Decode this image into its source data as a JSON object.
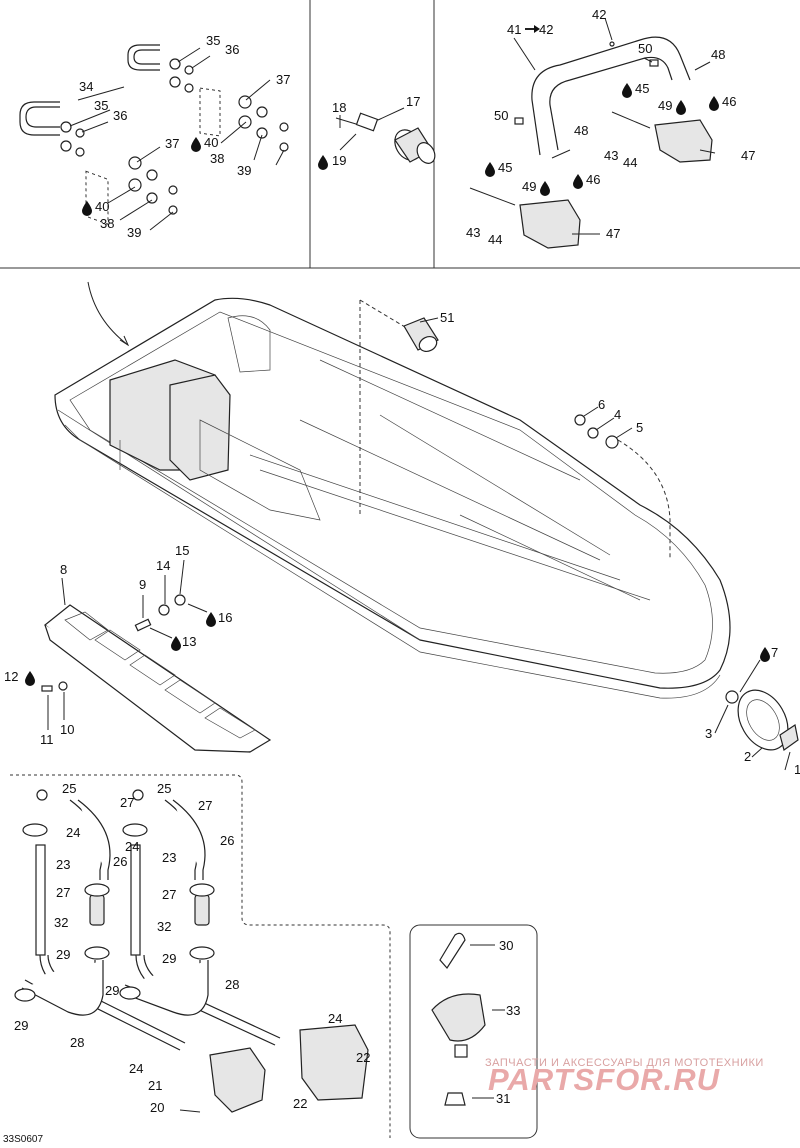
{
  "drawing_code": "33S0607",
  "watermark": {
    "tagline": "ЗАПЧАСТИ И АКСЕССУАРЫ ДЛЯ МОТОТЕХНИКИ",
    "logo": "PARTSFOR.RU"
  },
  "callouts": {
    "p1": "1",
    "p2": "2",
    "p3": "3",
    "p4": "4",
    "p5": "5",
    "p6": "6",
    "p7": "7",
    "p8": "8",
    "p9": "9",
    "p10": "10",
    "p11": "11",
    "p12": "12",
    "p13": "13",
    "p14": "14",
    "p15": "15",
    "p16": "16",
    "p17": "17",
    "p18": "18",
    "p19": "19",
    "p20": "20",
    "p21": "21",
    "p22": "22",
    "p23": "23",
    "p24": "24",
    "p25": "25",
    "p26": "26",
    "p27": "27",
    "p28": "28",
    "p29": "29",
    "p30": "30",
    "p31": "31",
    "p32": "32",
    "p33": "33",
    "p34": "34",
    "p35": "35",
    "p36": "36",
    "p37": "37",
    "p38": "38",
    "p39": "39",
    "p40": "40",
    "p41": "41",
    "p42": "42",
    "p43": "43",
    "p44": "44",
    "p45": "45",
    "p46": "46",
    "p47": "47",
    "p48": "48",
    "p49": "49",
    "p50": "50",
    "p51": "51"
  },
  "icons": {
    "lubricant": "oil-drop-icon",
    "replaced_by": "arrow-right-icon"
  }
}
